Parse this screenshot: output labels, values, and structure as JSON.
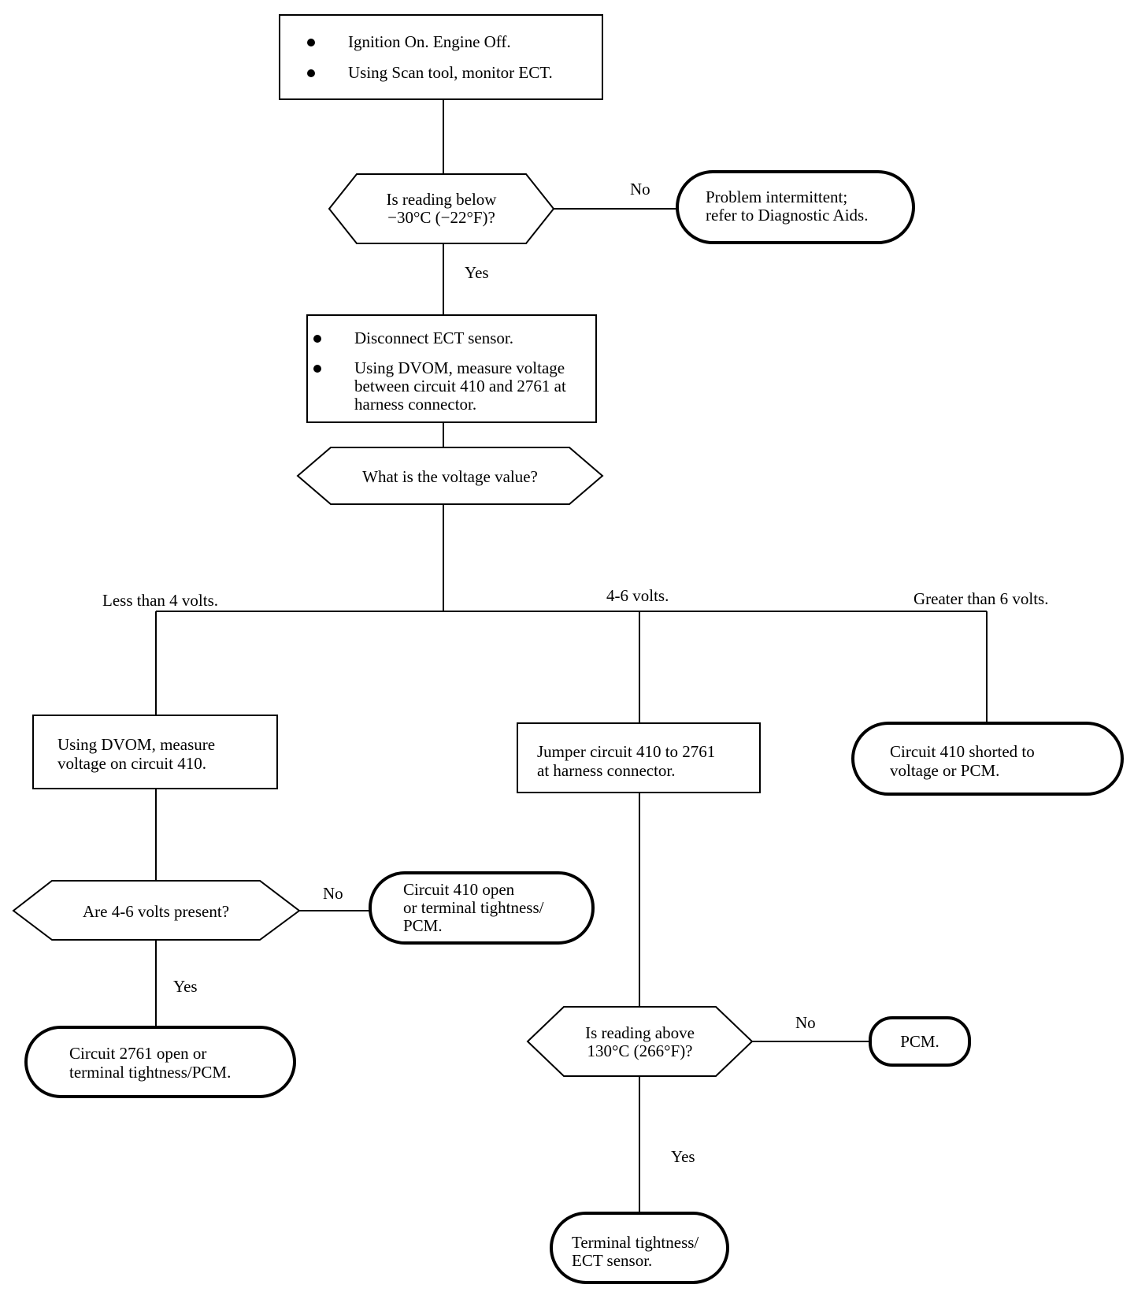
{
  "start_box": {
    "items": [
      "Ignition On. Engine Off.",
      "Using Scan tool, monitor ECT."
    ]
  },
  "decision_1": {
    "line1": "Is reading below",
    "line2": "−30°C (−22°F)?"
  },
  "decision_1_no_label": "No",
  "decision_1_yes_label": "Yes",
  "end_intermittent": {
    "line1": "Problem intermittent;",
    "line2": "refer to Diagnostic Aids."
  },
  "step_disconnect": {
    "item1": "Disconnect ECT sensor.",
    "item2_line1": "Using DVOM, measure voltage",
    "item2_line2": "between circuit 410 and 2761 at",
    "item2_line3": "harness connector."
  },
  "decision_voltage": {
    "text": "What is the voltage value?"
  },
  "branch_labels": {
    "less": "Less than 4 volts.",
    "mid": "4-6 volts.",
    "greater": "Greater than 6 volts."
  },
  "step_measure_410": {
    "line1": "Using DVOM, measure",
    "line2": "voltage on circuit 410."
  },
  "step_jumper": {
    "line1": "Jumper circuit 410 to 2761",
    "line2": "at harness connector."
  },
  "end_shorted": {
    "line1": "Circuit 410 shorted to",
    "line2": "voltage or PCM."
  },
  "decision_present": {
    "text": "Are 4-6 volts present?"
  },
  "decision_present_no_label": "No",
  "decision_present_yes_label": "Yes",
  "end_410_open": {
    "line1": "Circuit 410 open",
    "line2": "or terminal tightness/",
    "line3": "PCM."
  },
  "end_2761_open": {
    "line1": "Circuit 2761 open or",
    "line2": "terminal tightness/PCM."
  },
  "decision_above": {
    "line1": "Is reading above",
    "line2": "130°C (266°F)?"
  },
  "decision_above_no_label": "No",
  "decision_above_yes_label": "Yes",
  "end_pcm": {
    "text": "PCM."
  },
  "end_terminal": {
    "line1": "Terminal tightness/",
    "line2": "ECT sensor."
  }
}
